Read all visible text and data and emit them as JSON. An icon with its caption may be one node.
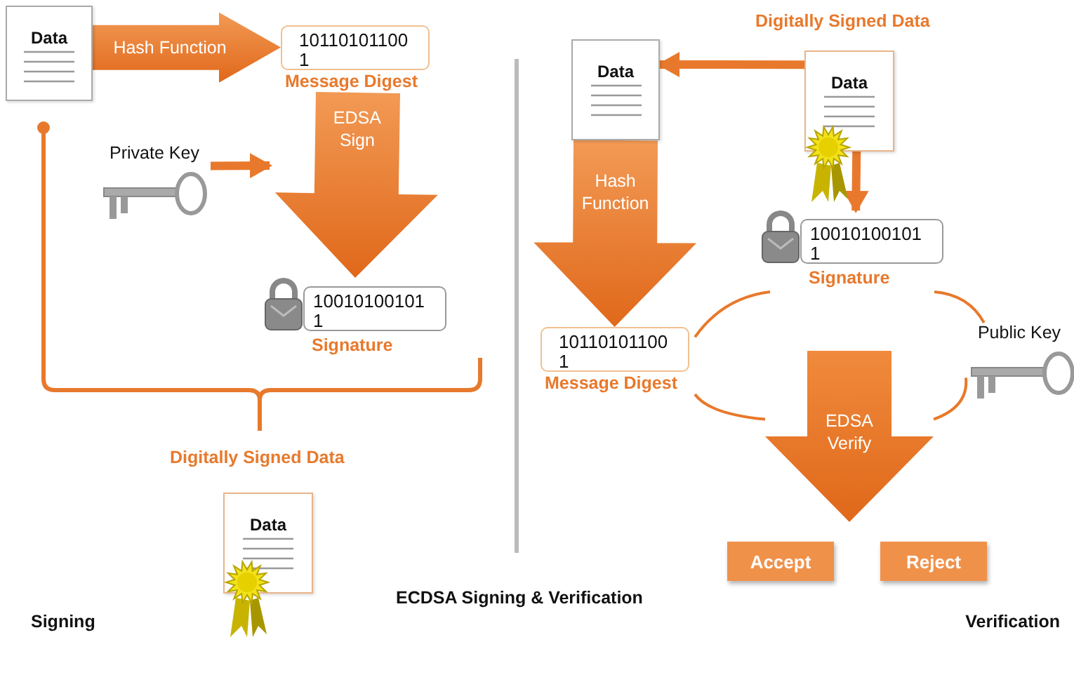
{
  "diagram": {
    "title": "ECDSA Signing & Verification",
    "nodes": [
      {
        "text": [
          "Data"
        ]
      },
      {
        "text": [
          "101101011001",
          "Message Digest"
        ]
      },
      {
        "text": [
          "Private Key"
        ]
      },
      {
        "text": [
          "100101001011",
          "Signature"
        ]
      },
      {
        "text": [
          "Data"
        ],
        "beside": [
          "Digitally Signed Data"
        ]
      },
      {
        "text": [
          "Data"
        ],
        "beside": [
          "Digitally Signed Data"
        ]
      },
      {
        "text": [
          "Data"
        ]
      },
      {
        "text": [
          "101101011001",
          "Message Digest"
        ]
      },
      {
        "text": [
          "100101001011",
          "Signature"
        ]
      },
      {
        "text": [
          "Public Key"
        ]
      },
      {
        "text": [
          "EDSA Verify"
        ]
      },
      {
        "text": [
          "Accept"
        ]
      },
      {
        "text": [
          "Reject"
        ]
      }
    ],
    "edges": [
      {
        "from": 0,
        "to": 1,
        "arrow": "to",
        "label": "Hash Function",
        "style": "thick"
      },
      {
        "from": 2,
        "to": null,
        "arrow": "to",
        "style": "thick"
      },
      {
        "from": 1,
        "to": 3,
        "arrow": "to",
        "label": "EDSA Sign",
        "style": "thick"
      },
      {
        "from": 5,
        "to": 6,
        "arrow": "to",
        "style": "thick"
      },
      {
        "from": 5,
        "to": 8,
        "arrow": "to",
        "style": "thick"
      },
      {
        "from": 6,
        "to": 7,
        "arrow": "to",
        "label": "Hash Function",
        "style": "thick"
      },
      {
        "from": 8,
        "to": 7,
        "arrow": "none"
      },
      {
        "from": 8,
        "to": 9,
        "arrow": "none"
      },
      {
        "from": 7,
        "to": 10,
        "arrow": "none"
      },
      {
        "from": 9,
        "to": 10,
        "arrow": "none"
      }
    ],
    "labels": [
      "Signing",
      "Verification"
    ]
  }
}
